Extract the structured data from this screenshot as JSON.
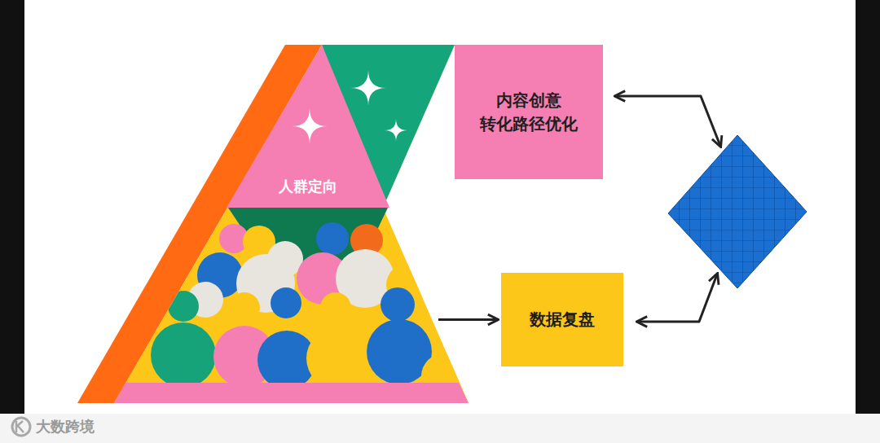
{
  "diagram": {
    "nodes": [
      {
        "text": []
      },
      {
        "text": [
          "人群定向"
        ],
        "in": 0
      },
      {
        "text": [
          "内容创意 转化路径优化"
        ]
      },
      {
        "text": []
      },
      {
        "text": [
          "数据复盘"
        ]
      }
    ],
    "edges": [
      {
        "from": 0,
        "to": 4,
        "arrow": "to"
      },
      {
        "from": 2,
        "to": 3,
        "arrow": "both"
      },
      {
        "from": 4,
        "to": 3,
        "arrow": "both"
      }
    ],
    "labels": [
      "大数跨境"
    ]
  }
}
